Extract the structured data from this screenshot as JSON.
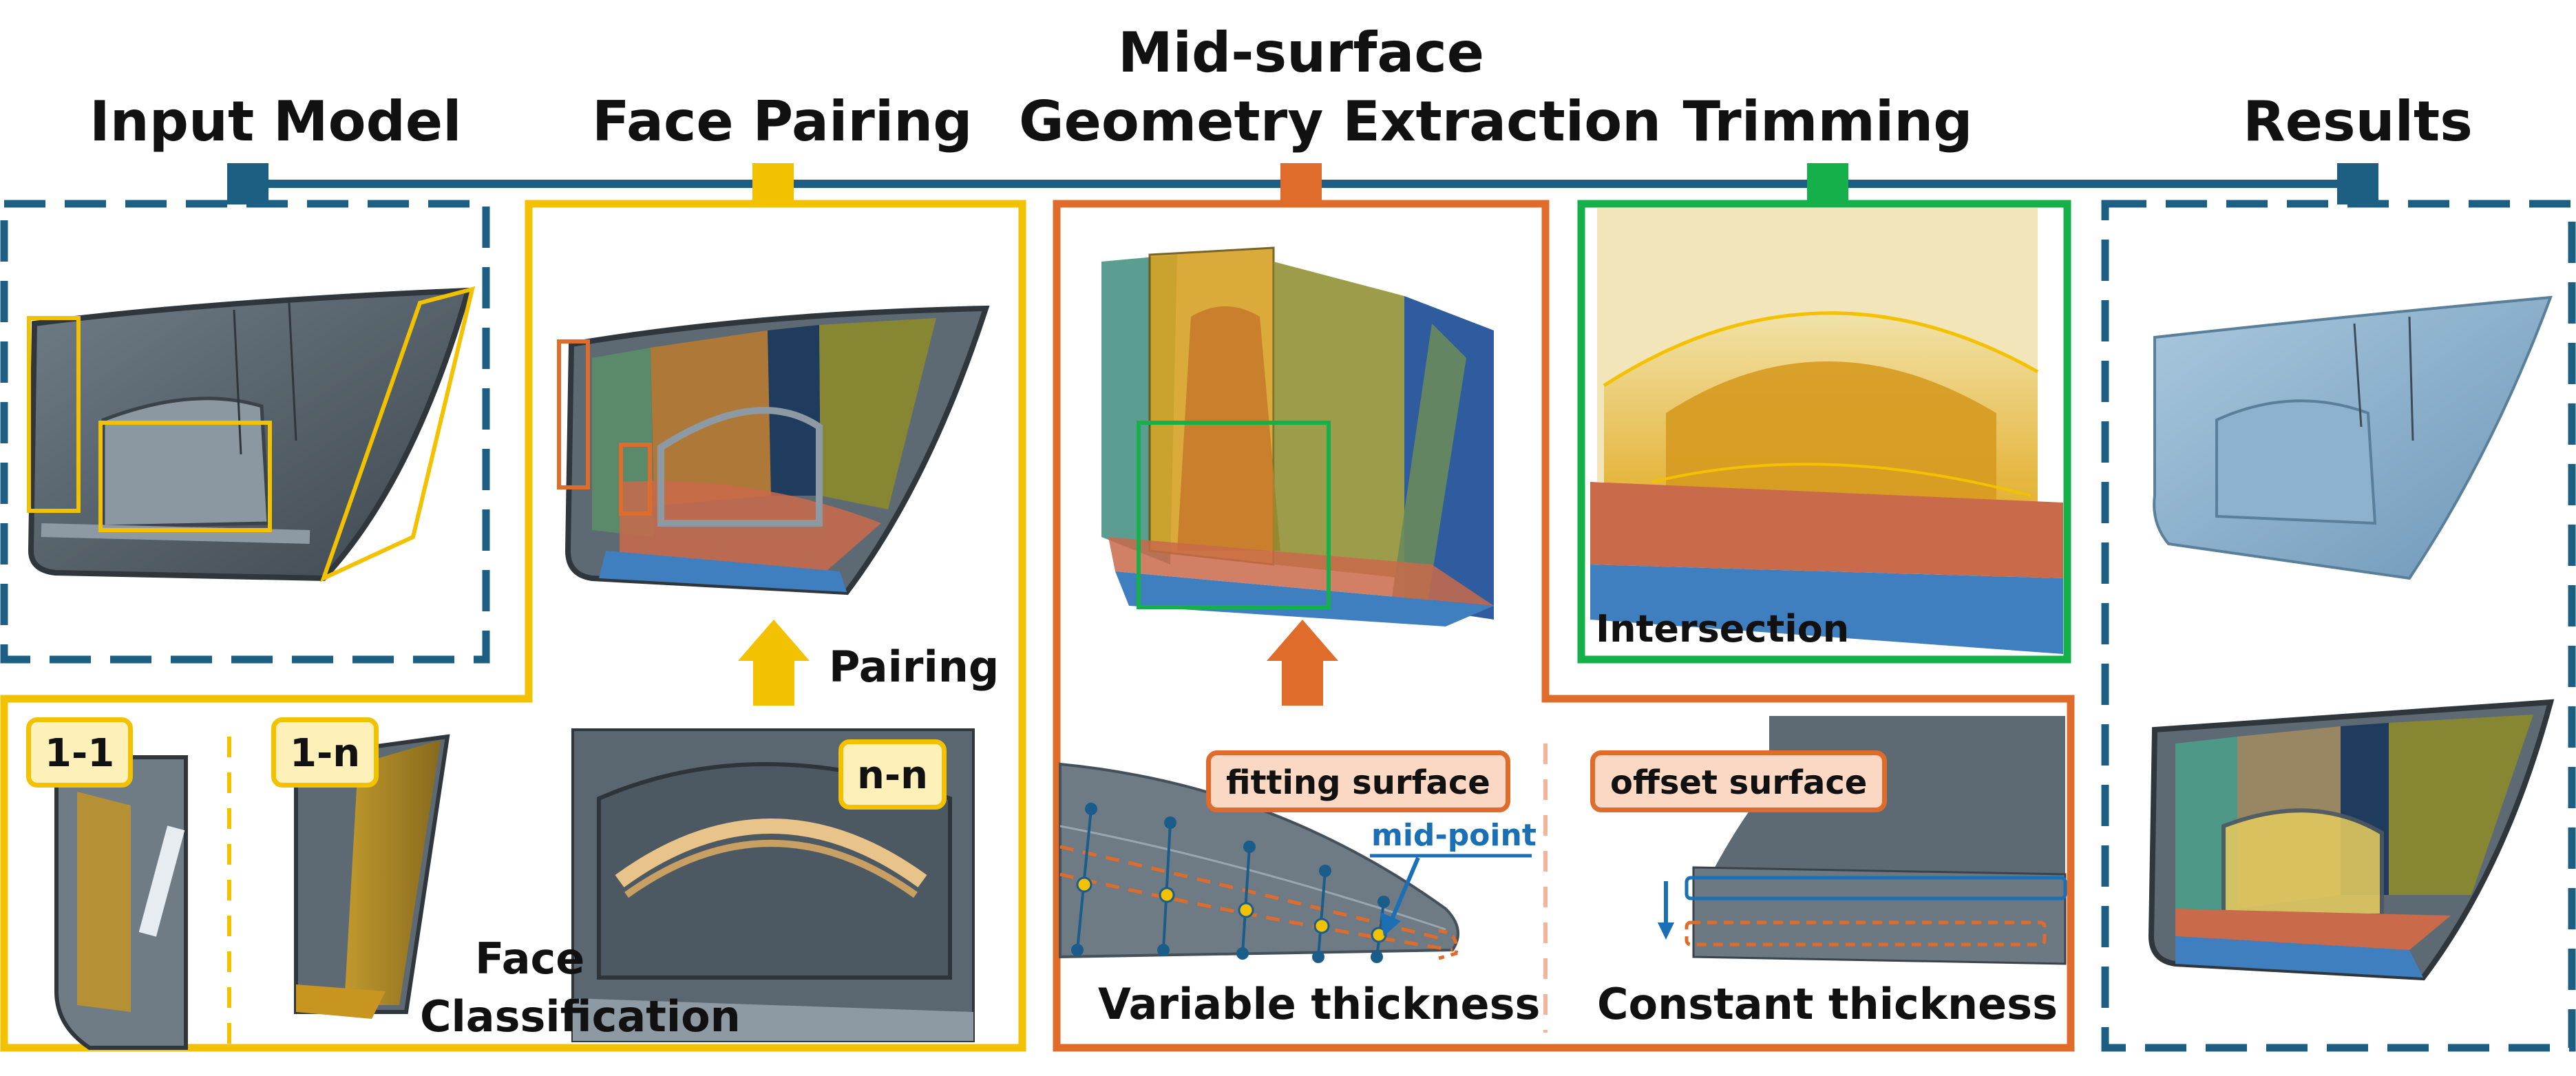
{
  "titles": {
    "input_model": "Input Model",
    "face_pairing": "Face Pairing",
    "midsurface_line1": "Mid-surface",
    "midsurface_line2": "Geometry Extraction",
    "trimming": "Trimming",
    "results": "Results"
  },
  "labels": {
    "pairing": "Pairing",
    "face_classification_line1": "Face",
    "face_classification_line2": "Classification",
    "intersection": "Intersection",
    "variable_thickness": "Variable thickness",
    "constant_thickness": "Constant thickness",
    "mid_point": "mid-point"
  },
  "tags": {
    "one_one": "1-1",
    "one_n": "1-n",
    "n_n": "n-n",
    "fitting_surface": "fitting surface",
    "offset_surface": "offset surface"
  },
  "colors": {
    "pipeline_blue": "#1d5f83",
    "pairing_yellow": "#f2c200",
    "extraction_orange": "#e06c2b",
    "trimming_green": "#16b04a",
    "midpoint_blue": "#1a6fb5",
    "model_gray": "#5a6670",
    "result_blue": "#8fb4cf"
  }
}
